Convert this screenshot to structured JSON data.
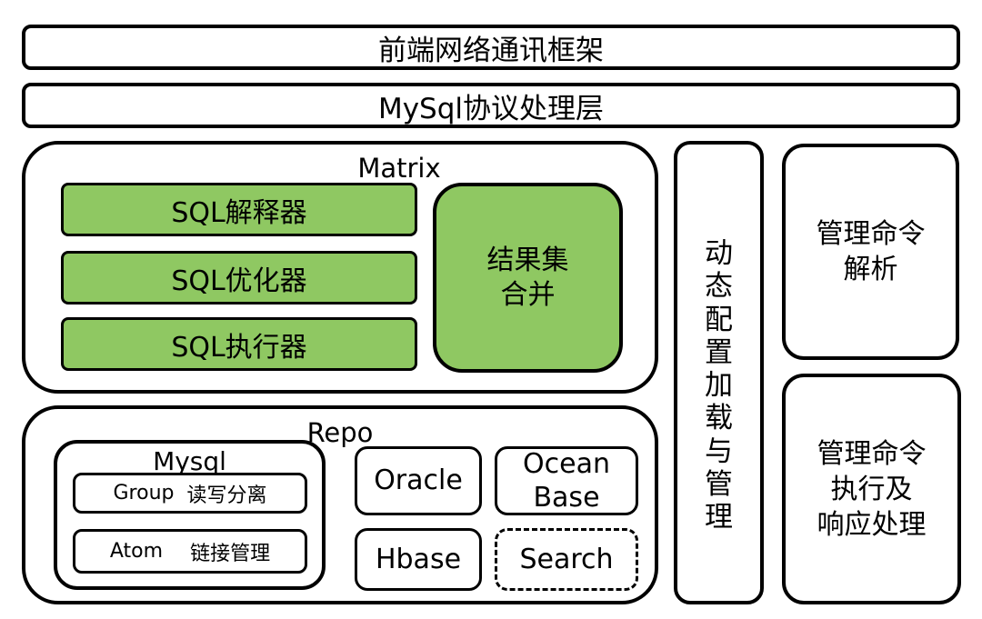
{
  "top_bar": {
    "label": "前端网络通讯框架"
  },
  "protocol_bar": {
    "label": "MySql协议处理层"
  },
  "matrix": {
    "title": "Matrix",
    "items": [
      "SQL解释器",
      "SQL优化器",
      "SQL执行器"
    ],
    "result_merge": [
      "结果集",
      "合并"
    ]
  },
  "repo": {
    "title": "Repo",
    "mysql": {
      "title": "Mysql",
      "group": {
        "name": "Group",
        "desc": "读写分离"
      },
      "atom": {
        "name": "Atom",
        "desc": "链接管理"
      }
    },
    "oracle": "Oracle",
    "oceanbase": [
      "Ocean",
      "Base"
    ],
    "hbase": "Hbase",
    "search": "Search"
  },
  "dynamic_config": {
    "label": "动态配置加载与管理"
  },
  "admin_parse": {
    "lines": [
      "管理命令",
      "解析"
    ]
  },
  "admin_exec": {
    "lines": [
      "管理命令",
      "执行及",
      "响应处理"
    ]
  }
}
